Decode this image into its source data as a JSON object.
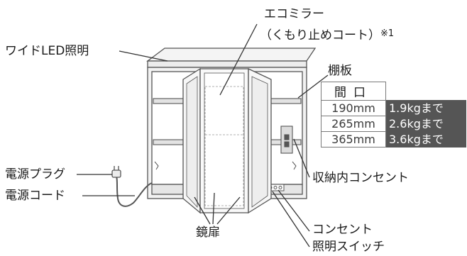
{
  "labels": {
    "eco_mirror": "エコミラー",
    "anti_fog": "（くもり止めコート）",
    "note_mark": "※1",
    "wide_led": "ワイドLED照明",
    "shelf_board": "棚板",
    "power_plug": "電源プラグ",
    "power_cord": "電源コード",
    "inner_outlet": "収納内コンセント",
    "outlet": "コンセント",
    "light_switch": "照明スイッチ",
    "mirror_doors": "鏡扉"
  },
  "shelf_table": {
    "header": "間口",
    "rows": [
      {
        "width": "190mm",
        "capacity": "1.9kgまで"
      },
      {
        "width": "265mm",
        "capacity": "2.6kgまで"
      },
      {
        "width": "365mm",
        "capacity": "3.6kgまで"
      }
    ]
  },
  "colors": {
    "line": "#555555",
    "table_fill": "#555555",
    "body_fill": "#f2f2f2"
  }
}
